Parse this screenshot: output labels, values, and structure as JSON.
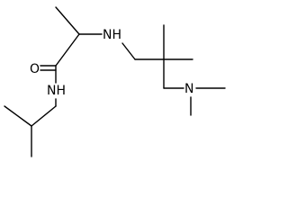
{
  "molecule": {
    "atoms": {
      "nh_amine": "NH",
      "oxygen": "O",
      "nh_amide": "NH",
      "n_dimethyl": "N"
    },
    "colors": {
      "bond": "#000000",
      "label": "#000000",
      "background": "#ffffff"
    }
  }
}
